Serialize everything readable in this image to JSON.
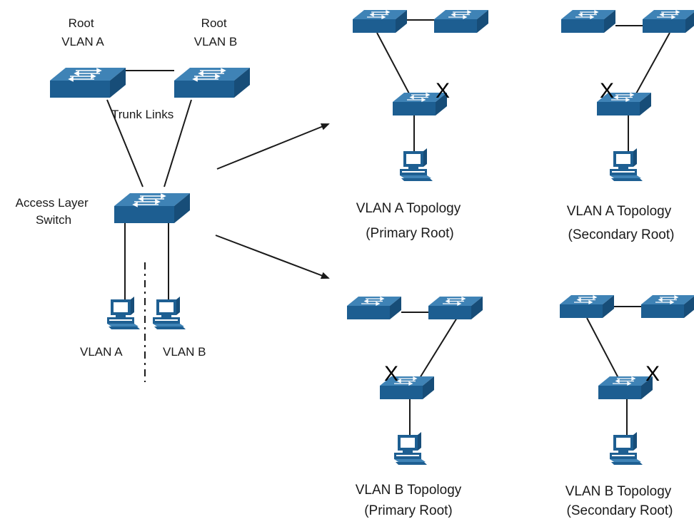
{
  "main_diagram": {
    "root_a": [
      "Root",
      "VLAN A"
    ],
    "root_b": [
      "Root",
      "VLAN B"
    ],
    "trunk_label": "Trunk Links",
    "access_label": [
      "Access Layer",
      "Switch"
    ],
    "vlan_a_label": "VLAN A",
    "vlan_b_label": "VLAN B"
  },
  "topologies": [
    {
      "title": "VLAN A Topology",
      "subtitle": "(Primary Root)",
      "blocked_mark": "X"
    },
    {
      "title": "VLAN A Topology",
      "subtitle": "(Secondary Root)",
      "blocked_mark": "X"
    },
    {
      "title": "VLAN B Topology",
      "subtitle": "(Primary Root)",
      "blocked_mark": "X"
    },
    {
      "title": "VLAN B Topology",
      "subtitle": "(Secondary Root)",
      "blocked_mark": "X"
    }
  ],
  "colors": {
    "switch_top": "#3f83b6",
    "switch_front": "#1d5e91",
    "switch_side": "#174d78",
    "pc_fill": "#1e5f92",
    "line": "#1a1a1a"
  }
}
